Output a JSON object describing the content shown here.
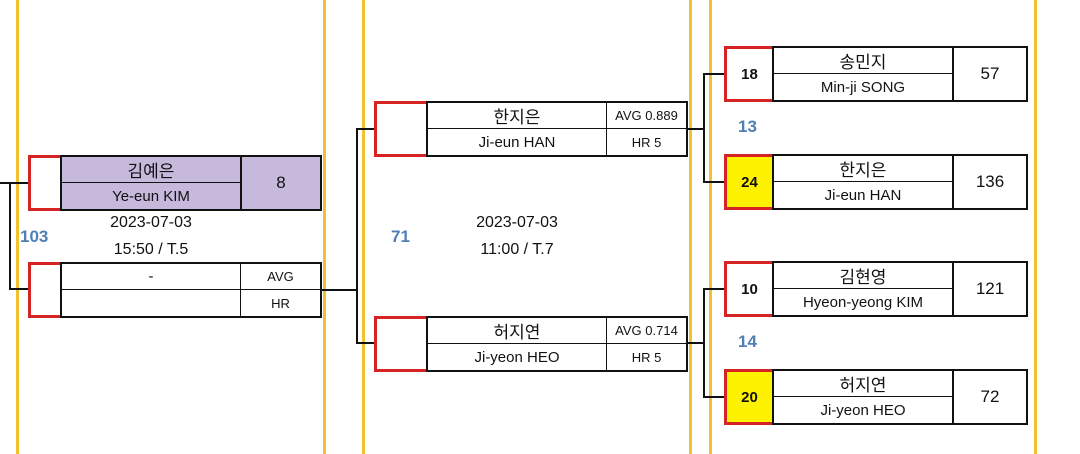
{
  "left": {
    "top_player": {
      "name_kr": "김예은",
      "name_en": "Ye-eun KIM",
      "score": "8"
    },
    "bottom_player": {
      "name_kr": "-",
      "name_en": "",
      "stat1": "AVG",
      "stat2": "HR"
    },
    "match_no": "103",
    "date": "2023-07-03",
    "time": "15:50 / T.5"
  },
  "middle": {
    "top_player": {
      "name_kr": "한지은",
      "name_en": "Ji-eun HAN",
      "stat1": "AVG 0.889",
      "stat2": "HR 5"
    },
    "bottom_player": {
      "name_kr": "허지연",
      "name_en": "Ji-yeon HEO",
      "stat1": "AVG 0.714",
      "stat2": "HR 5"
    },
    "match_no": "71",
    "date": "2023-07-03",
    "time": "11:00 / T.7"
  },
  "right": {
    "match_a": {
      "match_no": "13",
      "top": {
        "seed": "18",
        "name_kr": "송민지",
        "name_en": "Min-ji SONG",
        "score": "57"
      },
      "bottom": {
        "seed": "24",
        "name_kr": "한지은",
        "name_en": "Ji-eun HAN",
        "score": "136"
      }
    },
    "match_b": {
      "match_no": "14",
      "top": {
        "seed": "10",
        "name_kr": "김현영",
        "name_en": "Hyeon-yeong KIM",
        "score": "121"
      },
      "bottom": {
        "seed": "20",
        "name_kr": "허지연",
        "name_en": "Ji-yeon HEO",
        "score": "72"
      }
    }
  },
  "colors": {
    "column_line": "#f2c12e",
    "seed_border": "#d62424",
    "winner_highlight": "#fff200",
    "match_number": "#4f7fb3",
    "selected_row": "#c6b9dc"
  }
}
